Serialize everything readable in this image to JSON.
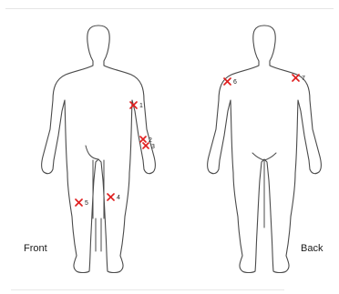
{
  "views": [
    {
      "label": "Front"
    },
    {
      "label": "Back"
    }
  ],
  "marks": [
    {
      "number": "1",
      "view": "Front",
      "region": "left forearm, upper"
    },
    {
      "number": "2",
      "view": "Front",
      "region": "left wrist"
    },
    {
      "number": "3",
      "view": "Front",
      "region": "left wrist"
    },
    {
      "number": "4",
      "view": "Front",
      "region": "left knee"
    },
    {
      "number": "5",
      "view": "Front",
      "region": "right knee"
    },
    {
      "number": "6",
      "view": "Back",
      "region": "left shoulder"
    },
    {
      "number": "7",
      "view": "Back",
      "region": "right shoulder"
    }
  ],
  "colors": {
    "mark": "#e02020",
    "outline": "#4a4a4a"
  }
}
